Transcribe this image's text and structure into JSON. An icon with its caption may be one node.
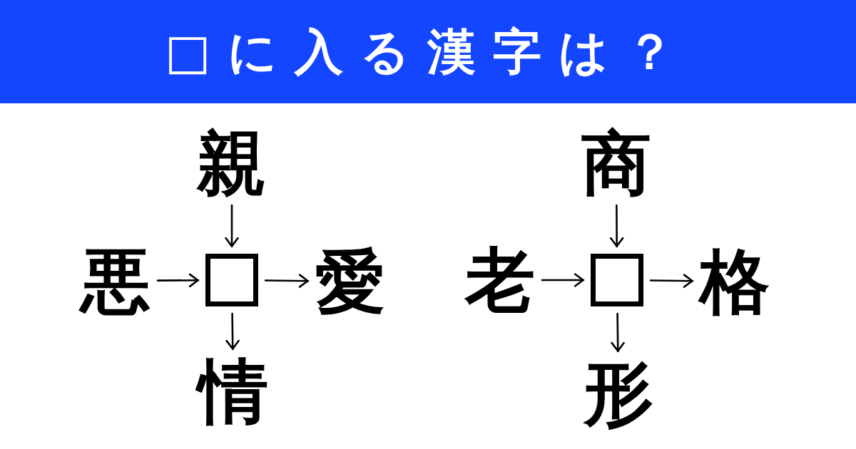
{
  "diagram": {
    "title": "□に入る漢字は？",
    "nodes": [
      {
        "text": [
          "親"
        ]
      },
      {
        "text": [
          "悪"
        ]
      },
      {
        "text": [],
        "shape": "box"
      },
      {
        "text": [
          "愛"
        ]
      },
      {
        "text": [
          "情"
        ]
      },
      {
        "text": [
          "商"
        ]
      },
      {
        "text": [
          "老"
        ]
      },
      {
        "text": [],
        "shape": "box"
      },
      {
        "text": [
          "格"
        ]
      },
      {
        "text": [
          "形"
        ]
      }
    ],
    "edges": [
      {
        "from": 0,
        "to": 2,
        "arrow": "to"
      },
      {
        "from": 1,
        "to": 2,
        "arrow": "to"
      },
      {
        "from": 2,
        "to": 3,
        "arrow": "to"
      },
      {
        "from": 2,
        "to": 4,
        "arrow": "to"
      },
      {
        "from": 5,
        "to": 7,
        "arrow": "to"
      },
      {
        "from": 6,
        "to": 7,
        "arrow": "to"
      },
      {
        "from": 7,
        "to": 8,
        "arrow": "to"
      },
      {
        "from": 7,
        "to": 9,
        "arrow": "to"
      }
    ]
  }
}
